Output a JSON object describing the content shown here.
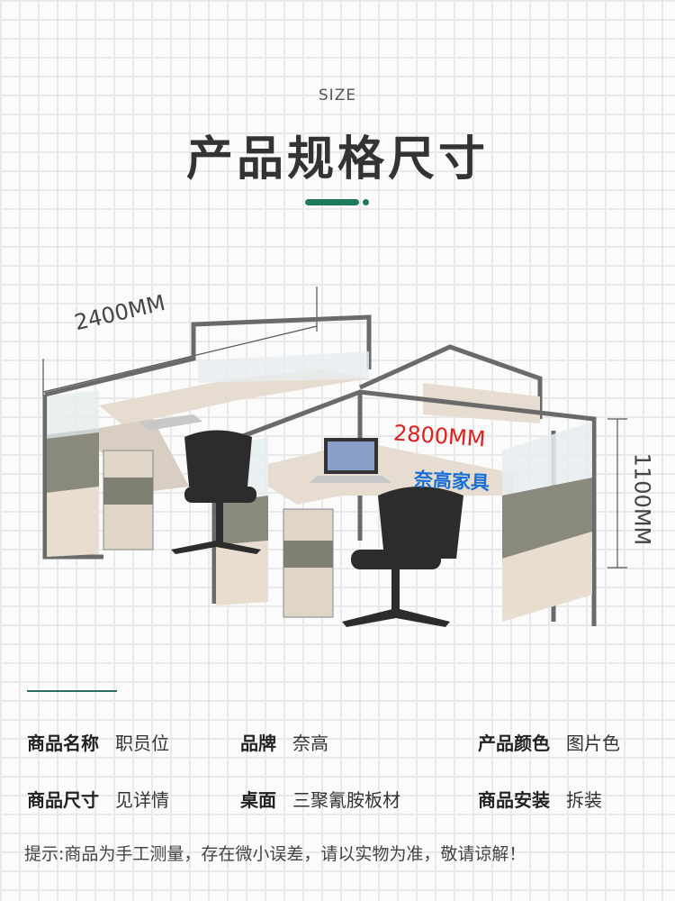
{
  "header": {
    "subtitle": "SIZE",
    "title": "产品规格尺寸",
    "accent_color": "#1f7a5c"
  },
  "product_image": {
    "dimensions": {
      "width": "2400MM",
      "depth": "2800MM",
      "height": "1100MM"
    },
    "brand_watermark": "奈高家具"
  },
  "specs": [
    {
      "label": "商品名称",
      "value": "职员位"
    },
    {
      "label": "品牌",
      "value": "奈高"
    },
    {
      "label": "产品颜色",
      "value": "图片色"
    },
    {
      "label": "商品尺寸",
      "value": "见详情"
    },
    {
      "label": "桌面",
      "value": "三聚氰胺板材"
    },
    {
      "label": "商品安装",
      "value": "拆装"
    }
  ],
  "note": "提示:商品为手工测量，存在微小误差，请以实物为准，敬请谅解！"
}
